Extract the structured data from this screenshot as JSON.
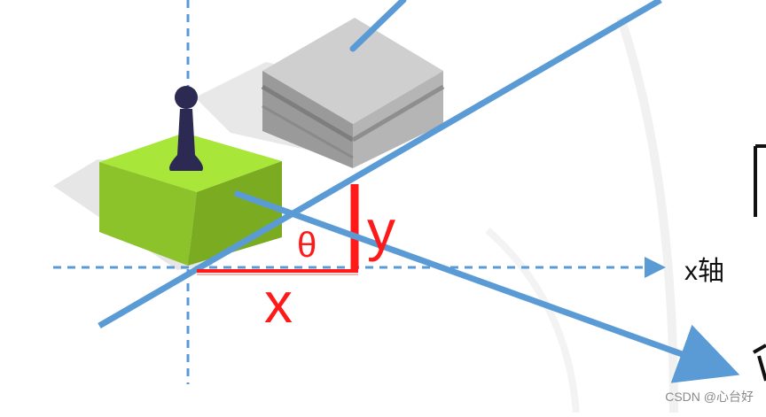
{
  "diagram": {
    "labels": {
      "x_axis": "x轴",
      "x": "x",
      "y": "y",
      "theta": "θ"
    },
    "watermark": "CSDN @心台好",
    "colors": {
      "blue_line": "#5b9bd5",
      "red": "#ff1a1a",
      "green_top": "#a8e63a",
      "green_side": "#8cc32a",
      "green_front": "#7aab20",
      "gray_top": "#cfcfcf",
      "gray_front": "#9a9a9a",
      "shadow": "#e6e6e6",
      "figure": "#2c2a52"
    }
  }
}
